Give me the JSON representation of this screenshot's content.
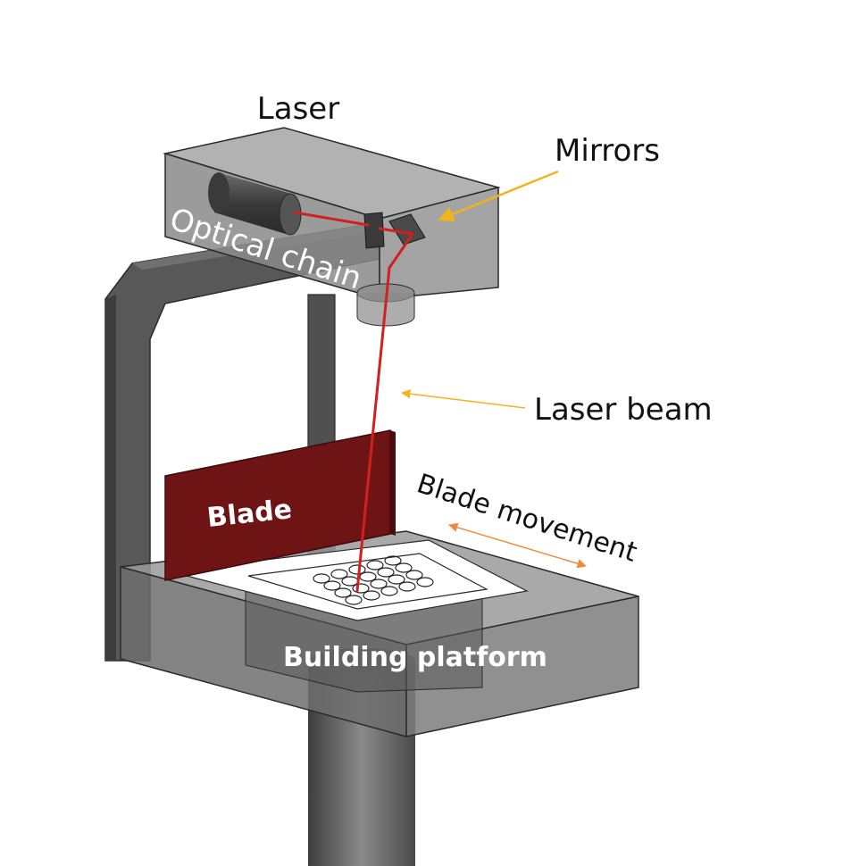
{
  "labels": {
    "laser": "Laser",
    "mirrors": "Mirrors",
    "optical_chain": "Optical chain",
    "laser_beam": "Laser beam",
    "blade": "Blade",
    "blade_movement": "Blade movement",
    "building_platform": "Building platform"
  },
  "colors": {
    "laser_beam": "#d21f1f",
    "blade": "#6e1414",
    "mirrors_arrow": "#f2b41c",
    "beam_arrow": "#f2b41c",
    "movement_arrow": "#ee8a3c"
  }
}
